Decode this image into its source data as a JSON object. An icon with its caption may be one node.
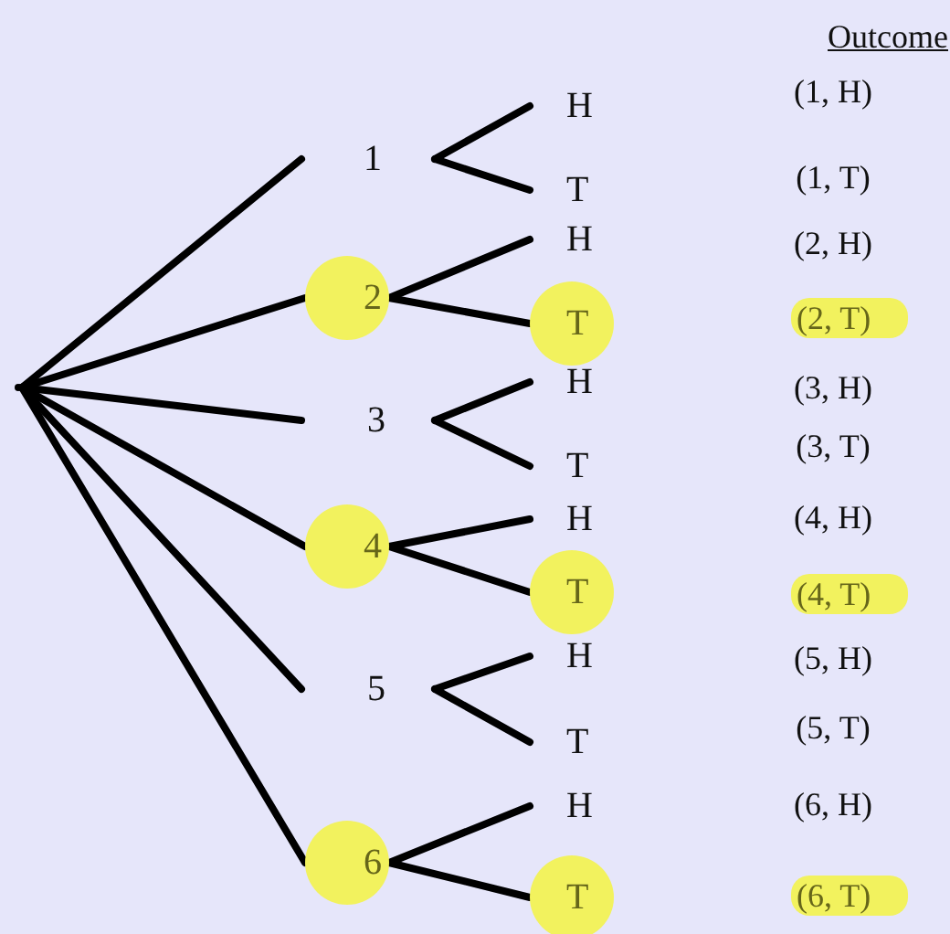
{
  "diagram": {
    "nodes": [
      {
        "text": [],
        "shape": "point"
      },
      {
        "text": [
          "1"
        ]
      },
      {
        "text": [
          "H"
        ]
      },
      {
        "text": [
          "T"
        ]
      },
      {
        "text": [],
        "shape": "circle"
      },
      {
        "text": [
          "2"
        ],
        "in": 4
      },
      {
        "text": [
          "H"
        ]
      },
      {
        "text": [],
        "shape": "circle"
      },
      {
        "text": [
          "T"
        ],
        "in": 7
      },
      {
        "text": [
          "3"
        ]
      },
      {
        "text": [
          "H"
        ]
      },
      {
        "text": [
          "T"
        ]
      },
      {
        "text": [],
        "shape": "circle"
      },
      {
        "text": [
          "4"
        ],
        "in": 12
      },
      {
        "text": [
          "H"
        ]
      },
      {
        "text": [],
        "shape": "circle"
      },
      {
        "text": [
          "T"
        ],
        "in": 15
      },
      {
        "text": [
          "5"
        ]
      },
      {
        "text": [
          "H"
        ]
      },
      {
        "text": [
          "T"
        ]
      },
      {
        "text": [],
        "shape": "circle"
      },
      {
        "text": [
          "6"
        ],
        "in": 20
      },
      {
        "text": [
          "H"
        ]
      },
      {
        "text": [],
        "shape": "circle"
      },
      {
        "text": [
          "T"
        ],
        "in": 23
      },
      {
        "text": [
          "(2, T)"
        ]
      },
      {
        "text": [
          "(4, T)"
        ]
      },
      {
        "text": [
          "(6, T)"
        ]
      }
    ],
    "edges": [
      {
        "from": 0,
        "to": 1,
        "arrow": "none"
      },
      {
        "from": 0,
        "to": 4,
        "arrow": "none"
      },
      {
        "from": 0,
        "to": 9,
        "arrow": "none"
      },
      {
        "from": 0,
        "to": 12,
        "arrow": "none"
      },
      {
        "from": 0,
        "to": 17,
        "arrow": "none"
      },
      {
        "from": 0,
        "to": 20,
        "arrow": "none"
      },
      {
        "from": 1,
        "to": 2,
        "arrow": "none"
      },
      {
        "from": 1,
        "to": 3,
        "arrow": "none"
      },
      {
        "from": 4,
        "to": 6,
        "arrow": "none"
      },
      {
        "from": 4,
        "to": 7,
        "arrow": "none"
      },
      {
        "from": 9,
        "to": 10,
        "arrow": "none"
      },
      {
        "from": 9,
        "to": 11,
        "arrow": "none"
      },
      {
        "from": 12,
        "to": 14,
        "arrow": "none"
      },
      {
        "from": 12,
        "to": 15,
        "arrow": "none"
      },
      {
        "from": 17,
        "to": 18,
        "arrow": "none"
      },
      {
        "from": 17,
        "to": 19,
        "arrow": "none"
      },
      {
        "from": 20,
        "to": 22,
        "arrow": "none"
      },
      {
        "from": 20,
        "to": 23,
        "arrow": "none"
      }
    ],
    "labels": [
      "Outcome",
      "(1, H)",
      "(1, T)",
      "(2, H)",
      "(3, H)",
      "(3, T)",
      "(4, H)",
      "(5, H)",
      "(5, T)",
      "(6, H)"
    ]
  }
}
